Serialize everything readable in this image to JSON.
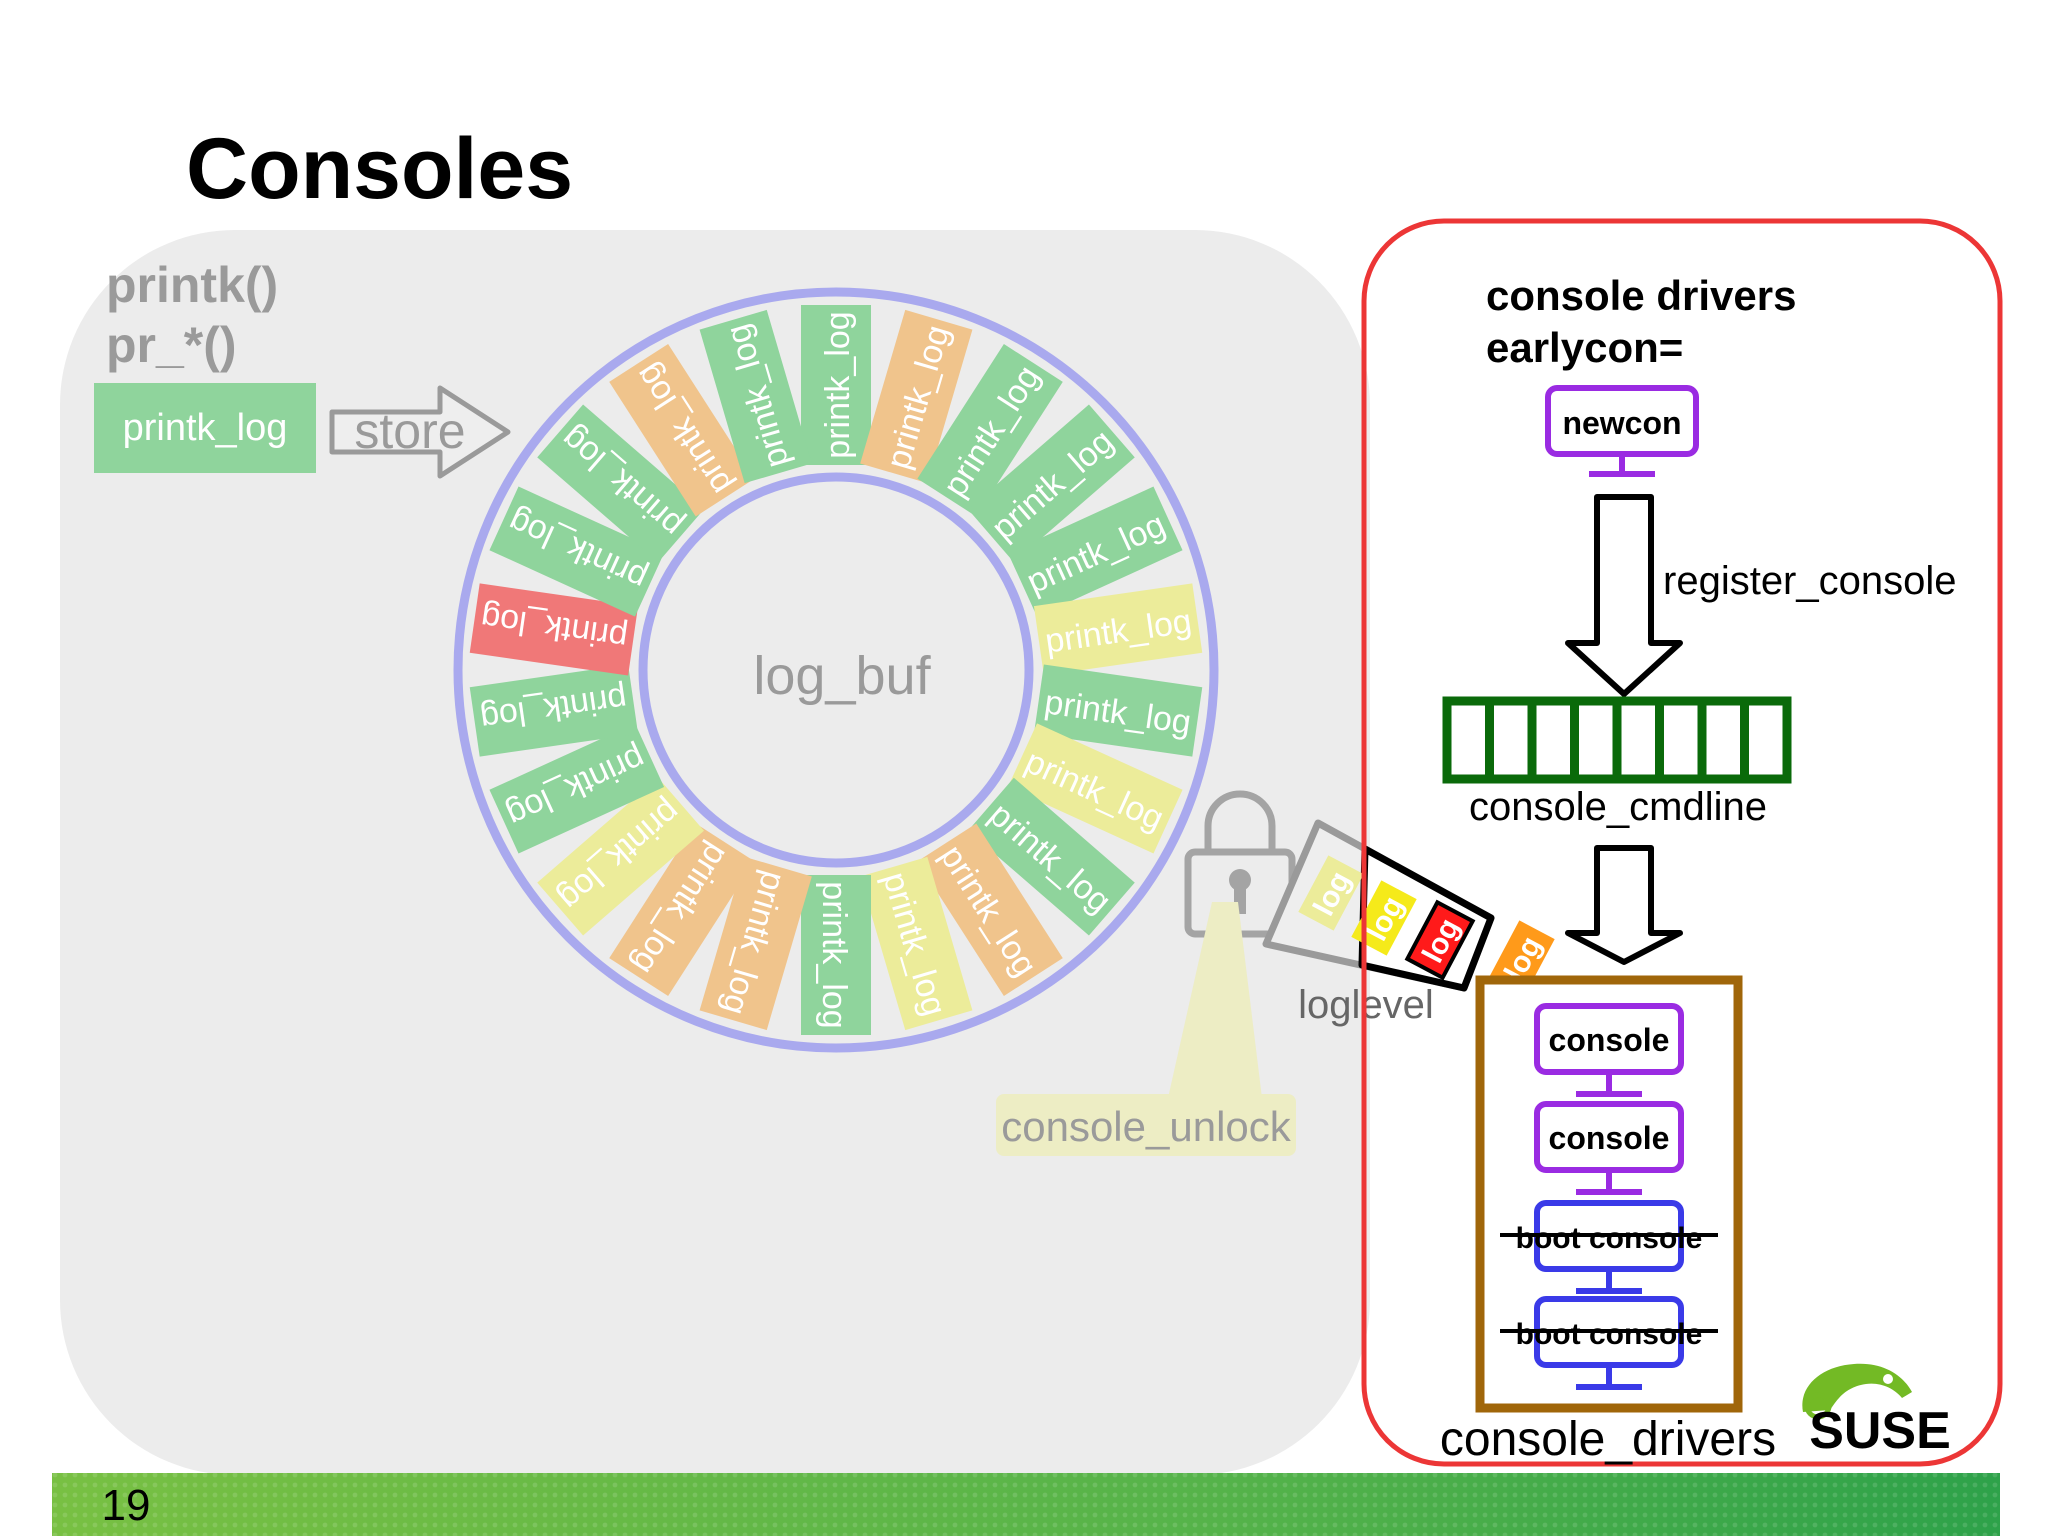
{
  "slide": {
    "title": "Consoles",
    "page_number": "19"
  },
  "left": {
    "fn1": "printk()",
    "fn2": "pr_*()",
    "printk_log_box": "printk_log",
    "store_label": "store",
    "buffer_label": "log_buf",
    "slot_label": "printk_log",
    "unlock_label": "console_unlock",
    "loglevel_label": "loglevel",
    "log_chip_label": "log"
  },
  "right": {
    "heading1": "console drivers",
    "heading2": "earlycon=",
    "newcon": "newcon",
    "register_label": "register_console",
    "cmdline_label": "console_cmdline",
    "drivers_label": "console_drivers",
    "drivers": [
      "console",
      "console",
      "boot console",
      "boot console"
    ]
  },
  "brand": {
    "logo_text": "SUSE"
  },
  "colors": {
    "green_slot": "#8fd49c",
    "yellow_slot": "#ecec9a",
    "orange_slot": "#f0c48c",
    "red_slot": "#f07878",
    "ring": "#a9a9ee",
    "frame_red": "#ec3636",
    "purple": "#9a2be2",
    "blue": "#3a3ae8",
    "brown": "#a0660a",
    "dark_green": "#0a6a0a",
    "footer_green": "#5fb548"
  }
}
